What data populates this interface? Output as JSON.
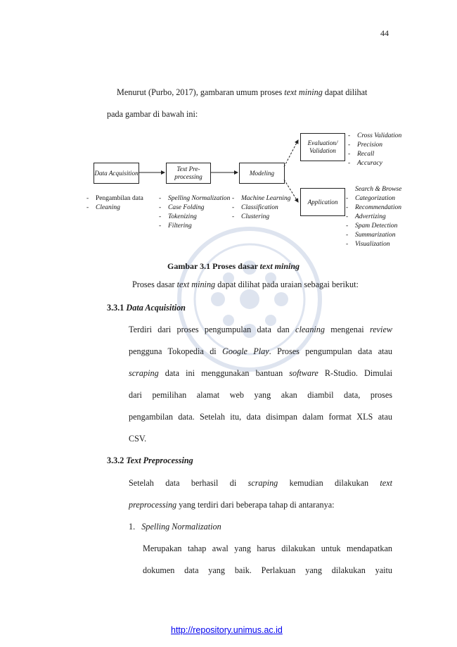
{
  "page_number": "44",
  "intro": {
    "line1_a": "Menurut (Purbo, 2017), gambaran umum proses ",
    "line1_i": "text mining",
    "line1_b": " dapat dilihat",
    "line2": "pada gambar di bawah ini:"
  },
  "diagram": {
    "boxes": {
      "data_acquisition": "Data Acquisition",
      "text_preprocessing": "Text Pre-processing",
      "modeling": "Modeling",
      "evaluation": "Evaluation/ Validation",
      "application": "Application"
    },
    "lists": {
      "acquisition": [
        "Pengambilan data",
        "Cleaning"
      ],
      "preprocessing": [
        "Spelling Normalization",
        "Case Folding",
        "Tokenizing",
        "Filtering"
      ],
      "modeling": [
        "Machine Learning",
        "Classification",
        "Clustering"
      ],
      "evaluation": [
        "Cross Validation",
        "Precision",
        "Recall",
        "Accuracy"
      ],
      "application_title": "Search & Browse",
      "application": [
        "Categorization",
        "Recommendation",
        "Advertizing",
        "Spam Detection",
        "Summarization",
        "Visualization"
      ]
    }
  },
  "figure_caption": {
    "prefix": "Gambar 3.1 Proses dasar ",
    "italic": "text mining"
  },
  "lead": {
    "a": "Proses dasar ",
    "i": "text mining",
    "b": " dapat dilihat pada uraian sebagai berikut:"
  },
  "section_331": {
    "number": "3.3.1",
    "title": "Data Acquisition",
    "p1": [
      "Terdiri dari proses pengumpulan data dan ",
      "cleaning",
      " mengenai ",
      "review"
    ],
    "p2": [
      "pengguna Tokopedia di ",
      "Google Play",
      ". Proses pengumpulan data atau"
    ],
    "p3": [
      "scraping",
      " data ini menggunakan bantuan ",
      "software",
      " R-Studio. Dimulai"
    ],
    "p4": "dari pemilihan alamat web yang akan diambil data, proses",
    "p5": "pengambilan data. Setelah itu, data disimpan dalam format XLS atau",
    "p6": "CSV."
  },
  "section_332": {
    "number": "3.3.2",
    "title": "Text Preprocessing",
    "p1": [
      "Setelah data berhasil di ",
      "scraping",
      " kemudian dilakukan ",
      "text"
    ],
    "p2": [
      "preprocessing",
      " yang terdiri dari beberapa tahap di antaranya:"
    ],
    "item1_num": "1.",
    "item1_title": "Spelling Normalization",
    "item1_p1": "Merupakan tahap awal yang harus dilakukan untuk mendapatkan",
    "item1_p2": "dokumen data yang baik. Perlakuan yang dilakukan yaitu"
  },
  "footer_link": "http://repository.unimus.ac.id",
  "colors": {
    "link": "#0000ee",
    "watermark": "#6b86b8"
  }
}
